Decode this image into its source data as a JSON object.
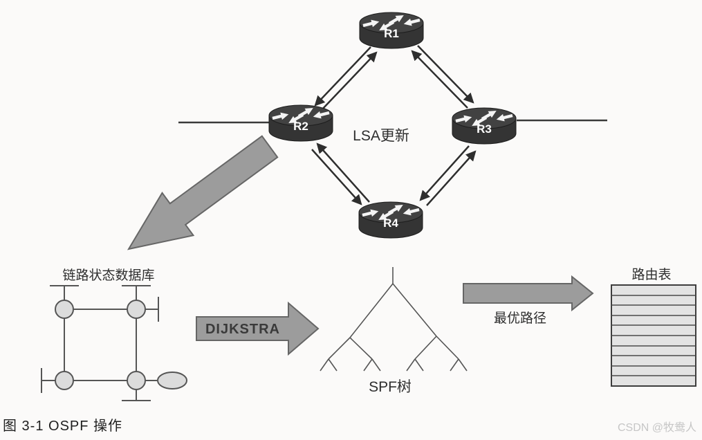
{
  "figure": {
    "caption": "图 3-1  OSPF 操作",
    "watermark": "CSDN @牧鸯人"
  },
  "topology": {
    "lsa_label": "LSA更新",
    "routers": [
      {
        "label": "R1"
      },
      {
        "label": "R2"
      },
      {
        "label": "R3"
      },
      {
        "label": "R4"
      }
    ],
    "links": [
      "R1-R2",
      "R1-R3",
      "R2-R4",
      "R3-R4"
    ]
  },
  "lsdb": {
    "title": "链路状态数据库"
  },
  "process": {
    "dijkstra_label": "DIJKSTRA",
    "best_path_label": "最优路径"
  },
  "spf": {
    "title": "SPF树"
  },
  "routing_table": {
    "title": "路由表",
    "row_count": 10
  },
  "colors": {
    "router_fill": "#343434",
    "router_top": "#424242",
    "link_line": "#2e2e2e",
    "process_arrow_fill": "#9c9c9c",
    "process_arrow_stroke": "#666666",
    "node_fill": "#dcdcdc",
    "node_stroke": "#555555",
    "table_row_fill": "#e3e3e3",
    "watermark_text": "#c6c6c6"
  }
}
